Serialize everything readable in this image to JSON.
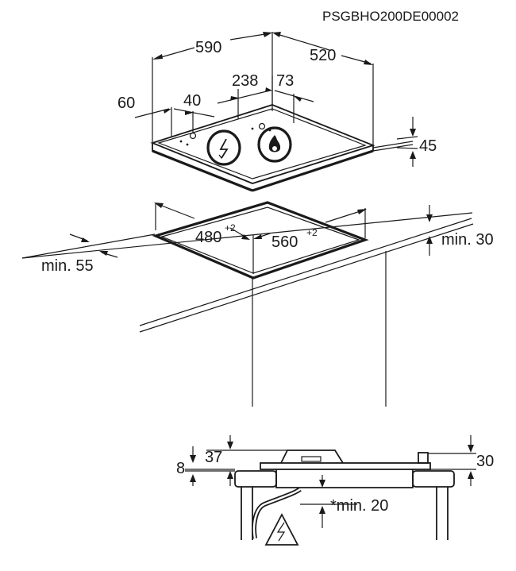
{
  "drawing_code": "PSGBHO200DE00002",
  "dimensions": {
    "hob_width": "590",
    "hob_depth": "520",
    "burner_offset_x": "238",
    "burner_offset_y": "73",
    "knob_margin": "60",
    "knob_spacing": "40",
    "hob_height": "45",
    "cutout_width": "480",
    "cutout_width_tol": "+2",
    "cutout_depth": "560",
    "cutout_depth_tol": "+2",
    "wall_clearance": "min. 55",
    "front_clearance": "min. 30",
    "side_height": "8",
    "section_depth": "37",
    "section_right": "30",
    "bottom_clearance": "*min. 20"
  },
  "icons": [
    "electric-warning-icon",
    "gas-flame-icon",
    "electric-warning-icon"
  ]
}
